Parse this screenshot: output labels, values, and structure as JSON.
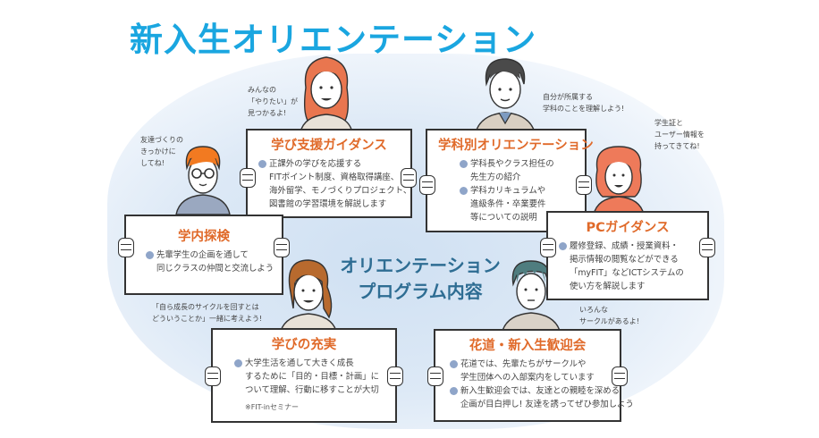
{
  "title": "新入生オリエンテーション",
  "center_title": [
    "オリエンテーション",
    "プログラム内容"
  ],
  "colors": {
    "title": "#1aa6e0",
    "board_title": "#e06a2a",
    "center_title": "#2e6d93",
    "bullet": "#8fa5c9",
    "background_blob": "#dde9f6"
  },
  "speech_bubbles": {
    "manabi_shien": "みんなの\n「やりたい」が\n見つかるよ!",
    "gakka_betsu": "自分が所属する\n学科のことを理解しよう!",
    "pc": "学生証と\nユーザー情報を\n持ってきてね!",
    "gakunai": "友達づくりの\nきっかけに\nしてね!",
    "manabi_juujitsu": "「自ら成長のサイクルを回すとは\nどういうことか」一緒に考えよう!",
    "hanamichi": "いろんな\nサークルがあるよ!"
  },
  "boards": {
    "manabi_shien": {
      "title": "学び支援ガイダンス",
      "items": [
        "正課外の学びを応援する\nFITポイント制度、資格取得講座、\n海外留学、モノづくりプロジェクト、\n図書館の学習環境を解説します"
      ]
    },
    "gakka_betsu": {
      "title": "学科別オリエンテーション",
      "items": [
        "学科長やクラス担任の\n先生方の紹介",
        "学科カリキュラムや\n進級条件・卒業要件\n等についての説明"
      ]
    },
    "pc": {
      "title": "PCガイダンス",
      "items": [
        "履修登録、成績・授業資料・\n掲示情報の閲覧などができる\n「myFIT」などICTシステムの\n使い方を解説します"
      ]
    },
    "gakunai": {
      "title": "学内探検",
      "items": [
        "先輩学生の企画を通して\n同じクラスの仲間と交流しよう"
      ]
    },
    "manabi_juujitsu": {
      "title": "学びの充実",
      "items": [
        "大学生活を通して大きく成長\nするために「目的・目標・計画」に\nついて理解、行動に移すことが大切"
      ],
      "note": "※FIT-inセミナー"
    },
    "hanamichi": {
      "title": "花道・新入生歓迎会",
      "items": [
        "花道では、先輩たちがサークルや\n学生団体への入部案内をしています",
        "新入生歓迎会では、友達との親睦を深める\n企画が目白押し! 友達を誘ってぜひ参加しよう"
      ]
    }
  }
}
